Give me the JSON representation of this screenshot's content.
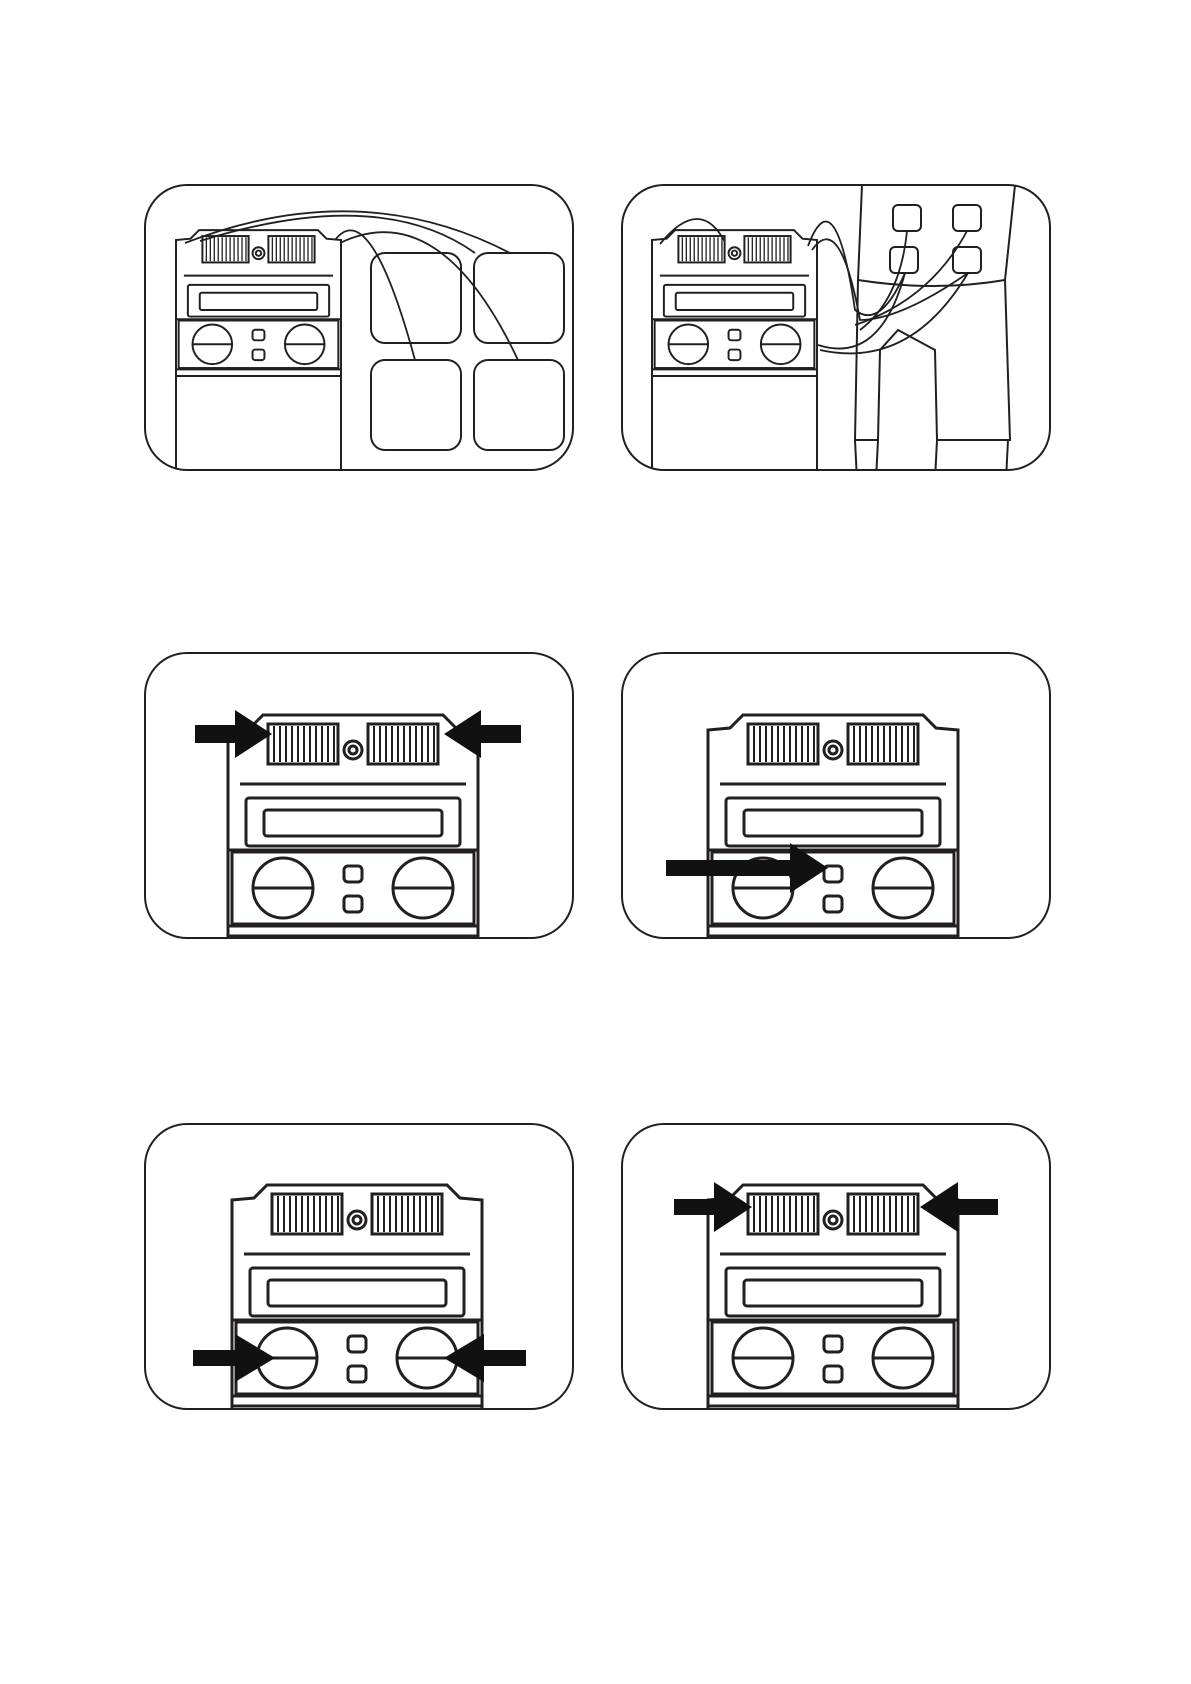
{
  "page": {
    "background": "#ffffff",
    "line_color": "#231f20",
    "fill_color": "#111111"
  },
  "panels": [
    {
      "id": "panel-1",
      "name": "panel-connect-pads",
      "caption": "",
      "arrows": [],
      "scene": "device-with-loose-pads"
    },
    {
      "id": "panel-2",
      "name": "panel-pads-on-body",
      "caption": "",
      "arrows": [],
      "scene": "device-with-pads-on-body"
    },
    {
      "id": "panel-3",
      "name": "panel-press-dials",
      "caption": "",
      "arrows": [
        "arrow-to-left-dial",
        "arrow-to-right-dial"
      ],
      "scene": "device-closeup"
    },
    {
      "id": "panel-4",
      "name": "panel-press-upper-button",
      "caption": "",
      "arrows": [
        "arrow-to-upper-button"
      ],
      "scene": "device-closeup"
    },
    {
      "id": "panel-5",
      "name": "panel-adjust-knobs",
      "caption": "",
      "arrows": [
        "arrow-to-left-knob",
        "arrow-to-right-knob"
      ],
      "scene": "device-closeup"
    },
    {
      "id": "panel-6",
      "name": "panel-turn-dials",
      "caption": "",
      "arrows": [
        "arrow-to-left-dial",
        "arrow-to-right-dial"
      ],
      "scene": "device-closeup"
    }
  ]
}
